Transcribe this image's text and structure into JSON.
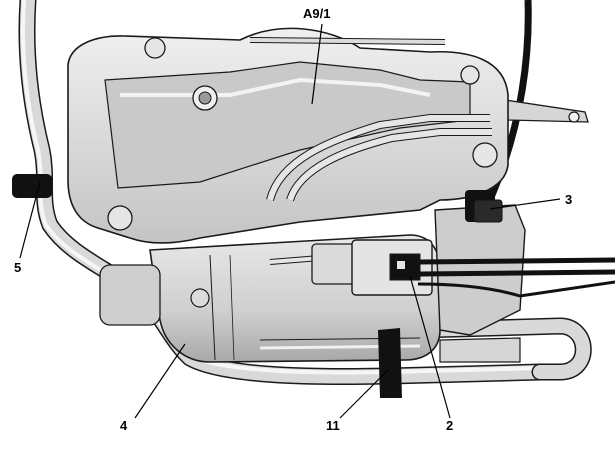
{
  "callouts": {
    "a9_1": "A9/1",
    "c2": "2",
    "c3": "3",
    "c4": "4",
    "c5": "5",
    "c11": "11"
  },
  "colors": {
    "background": "#ffffff",
    "metal_light": "#e2e2e2",
    "metal_mid": "#c8c8c8",
    "metal_dark": "#9a9a9a",
    "outline": "#1a1a1a",
    "black_part": "#111111"
  }
}
